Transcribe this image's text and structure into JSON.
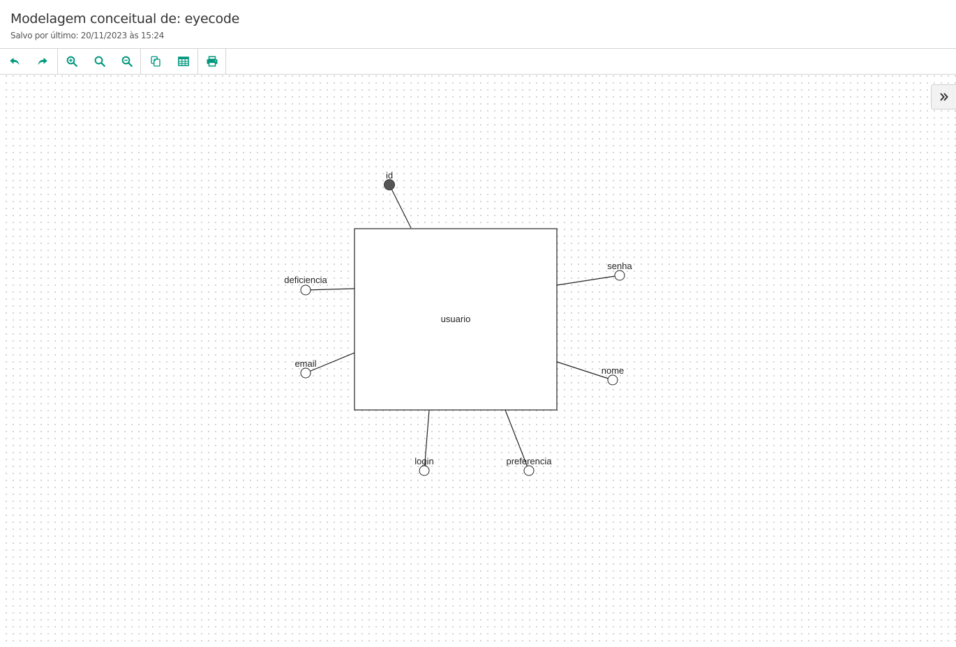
{
  "header": {
    "title": "Modelagem conceitual de: eyecode",
    "last_saved": "Salvo por último: 20/11/2023 às 15:24"
  },
  "toolbar": {
    "accent_color": "#00967d",
    "buttons": [
      {
        "icon": "undo-icon"
      },
      {
        "icon": "redo-icon"
      },
      {
        "icon": "zoom-in-icon"
      },
      {
        "icon": "zoom-reset-icon"
      },
      {
        "icon": "zoom-out-icon"
      },
      {
        "icon": "copy-icon"
      },
      {
        "icon": "table-icon"
      },
      {
        "icon": "print-icon"
      }
    ]
  },
  "sidebar_toggle": {
    "icon": "double-chevron-right-icon"
  },
  "diagram": {
    "entity": {
      "name": "usuario"
    },
    "attributes": {
      "id": {
        "label": "id",
        "identifier": true
      },
      "deficiencia": {
        "label": "deficiencia",
        "identifier": false
      },
      "email": {
        "label": "email",
        "identifier": false
      },
      "senha": {
        "label": "senha",
        "identifier": false
      },
      "nome": {
        "label": "nome",
        "identifier": false
      },
      "login": {
        "label": "login",
        "identifier": false
      },
      "preferencia": {
        "label": "preferencia",
        "identifier": false
      }
    }
  }
}
